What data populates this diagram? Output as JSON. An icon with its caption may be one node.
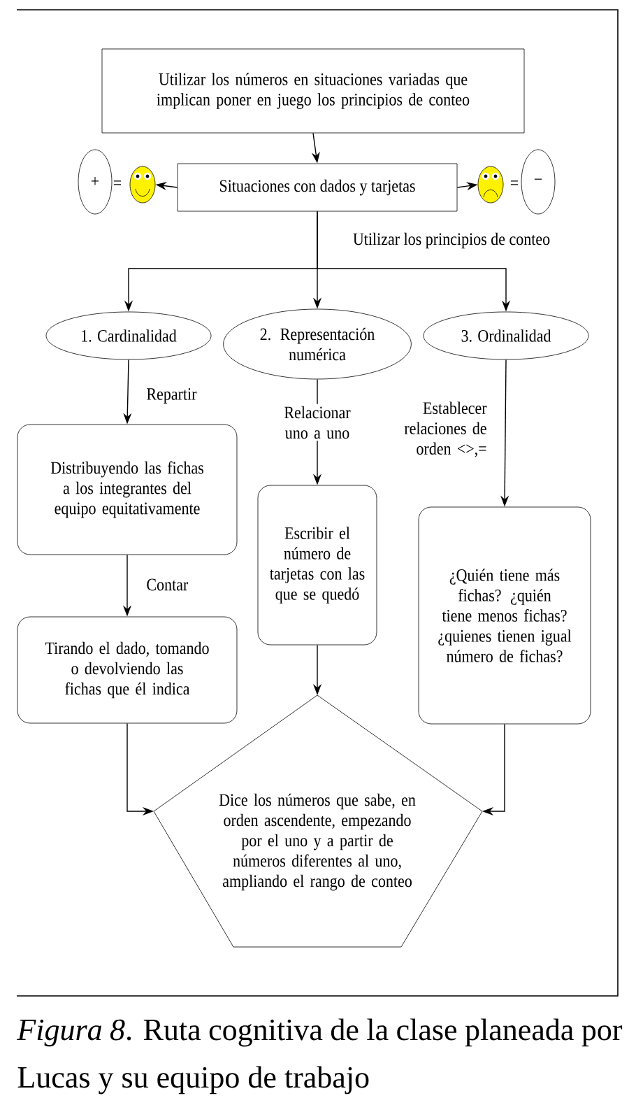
{
  "diagram": {
    "caption": "*Figura 8*. Ruta cognitiva de la clase planeada por Lucas y su equipo de trabajo",
    "nodes": [
      {
        "text": [
          "Utilizar los números en situaciones variadas que implican poner en juego los principios de conteo"
        ]
      },
      {
        "text": [
          "+"
        ]
      },
      {
        "text": [],
        "shape": "circle"
      },
      {
        "text": [
          "Situaciones con dados y tarjetas"
        ]
      },
      {
        "text": [],
        "shape": "circle"
      },
      {
        "text": [
          "−"
        ]
      },
      {
        "text": [
          "1. Cardinalidad"
        ]
      },
      {
        "text": [
          "2. Representación numérica"
        ]
      },
      {
        "text": [
          "3. Ordinalidad"
        ]
      },
      {
        "text": [
          "Distribuyendo las fichas a los integrantes del equipo equitativamente"
        ]
      },
      {
        "text": [
          "Escribir el número de tarjetas con las que se quedó"
        ]
      },
      {
        "text": [
          "¿Quién tiene más fichas? ¿quién tiene menos fichas? ¿quienes tienen igual número de fichas?"
        ]
      },
      {
        "text": [
          "Tirando el dado, tomando o devolviendo las fichas que él indica"
        ]
      },
      {
        "text": [
          "Dice los números que sabe, en orden ascendente, empezando por el uno y a partir de números diferentes al uno, ampliando el rango de conteo"
        ]
      }
    ],
    "edges": [
      {
        "from": 0,
        "to": 3,
        "arrow": "to"
      },
      {
        "from": 3,
        "to": 2,
        "arrow": "to"
      },
      {
        "from": 3,
        "to": 4,
        "arrow": "to"
      },
      {
        "from": 3,
        "to": 6,
        "arrow": "to"
      },
      {
        "from": 3,
        "to": 7,
        "arrow": "to",
        "label": "Utilizar los principios de conteo"
      },
      {
        "from": 3,
        "to": 8,
        "arrow": "to"
      },
      {
        "from": 6,
        "to": 9,
        "arrow": "to",
        "label": "Repartir"
      },
      {
        "from": 9,
        "to": 12,
        "arrow": "to",
        "label": "Contar"
      },
      {
        "from": 7,
        "to": 10,
        "arrow": "to",
        "label": "Relacionar uno a uno"
      },
      {
        "from": 8,
        "to": 11,
        "arrow": "to",
        "label": "Establecer relaciones de orden <>,="
      },
      {
        "from": 12,
        "to": 13,
        "arrow": "to"
      },
      {
        "from": 10,
        "to": 13,
        "arrow": "to"
      },
      {
        "from": 11,
        "to": 13,
        "arrow": "to"
      }
    ],
    "labels": [
      "=",
      "="
    ]
  }
}
